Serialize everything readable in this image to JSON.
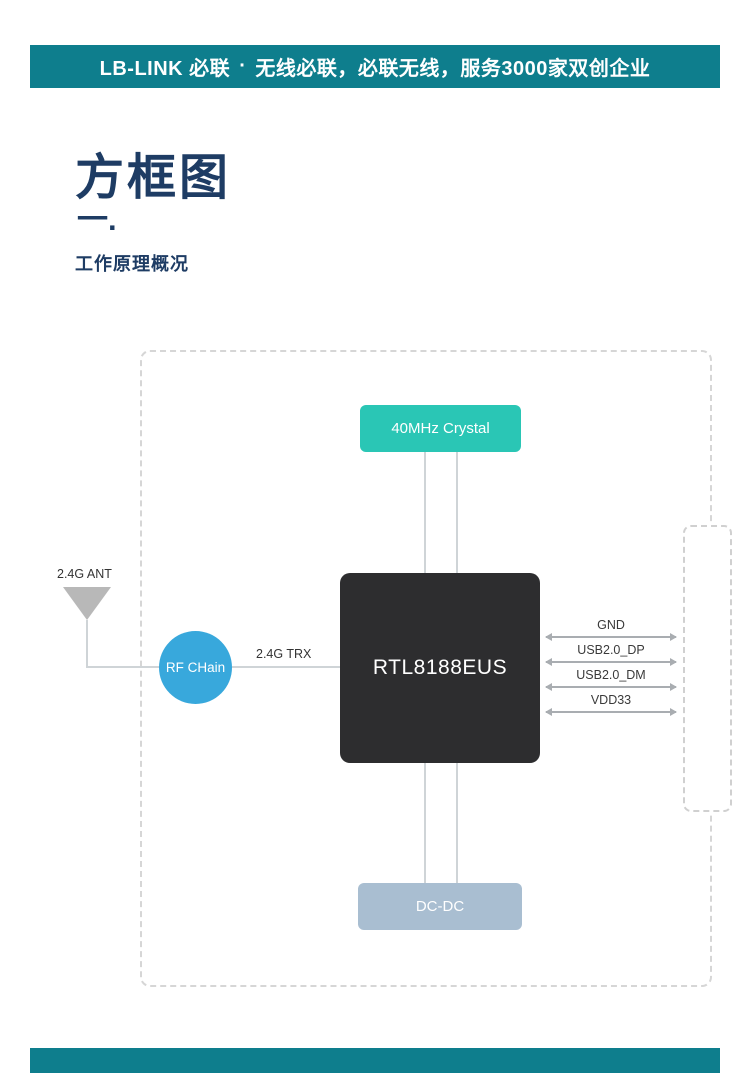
{
  "banner": {
    "brand": "LB-LINK 必联",
    "separator": "·",
    "tagline": "无线必联，必联无线，服务3000家双创企业"
  },
  "section": {
    "title": "方框图",
    "marker": "一.",
    "subtitle": "工作原理概况"
  },
  "diagram": {
    "crystal_label": "40MHz Crystal",
    "chip_label": "RTL8188EUS",
    "antenna_label": "2.4G ANT",
    "rf_chain_label": "RF CHain",
    "trx_label": "2.4G TRX",
    "dcdc_label": "DC-DC",
    "bus_labels": [
      "GND",
      "USB2.0_DP",
      "USB2.0_DM",
      "VDD33"
    ]
  },
  "colors": {
    "banner_teal": "#0E7E8D",
    "crystal_teal": "#2AC6B5",
    "rf_blue": "#38A8DC",
    "chip_dark": "#2D2D2F",
    "dcdc_blue_gray": "#A9BED1",
    "title_navy": "#1E3C64"
  }
}
